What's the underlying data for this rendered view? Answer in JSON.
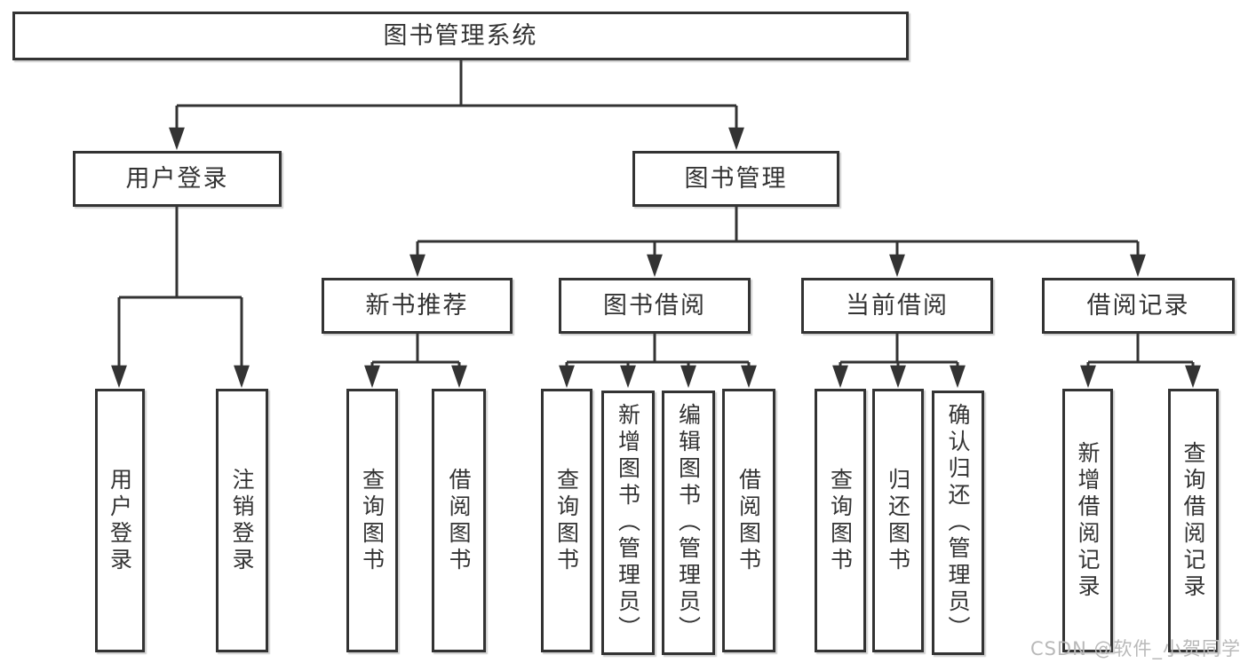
{
  "diagram": {
    "root": "图书管理系统",
    "level2": {
      "user_login": "用户登录",
      "book_management": "图书管理"
    },
    "level3": {
      "new_book_recommend": "新书推荐",
      "book_borrow": "图书借阅",
      "current_borrow": "当前借阅",
      "borrow_records": "借阅记录"
    },
    "leaves": {
      "user_login": "用户登录",
      "logout": "注销登录",
      "rec_query_book": "查询图书",
      "rec_borrow_book": "借阅图书",
      "bb_query_book": "查询图书",
      "bb_add_book": "新增图书（管理员）",
      "bb_edit_book": "编辑图书（管理员）",
      "bb_borrow_book": "借阅图书",
      "cb_query_book": "查询图书",
      "cb_return_book": "归还图书",
      "cb_confirm_return": "确认归还（管理员）",
      "br_add_record": "新增借阅记录",
      "br_query_record": "查询借阅记录"
    }
  },
  "watermark": "CSDN @软件_小贺同学",
  "colors": {
    "line": "#333333",
    "box_background": "#ffffff",
    "text": "#333333",
    "watermark": "#b9b9b9"
  }
}
